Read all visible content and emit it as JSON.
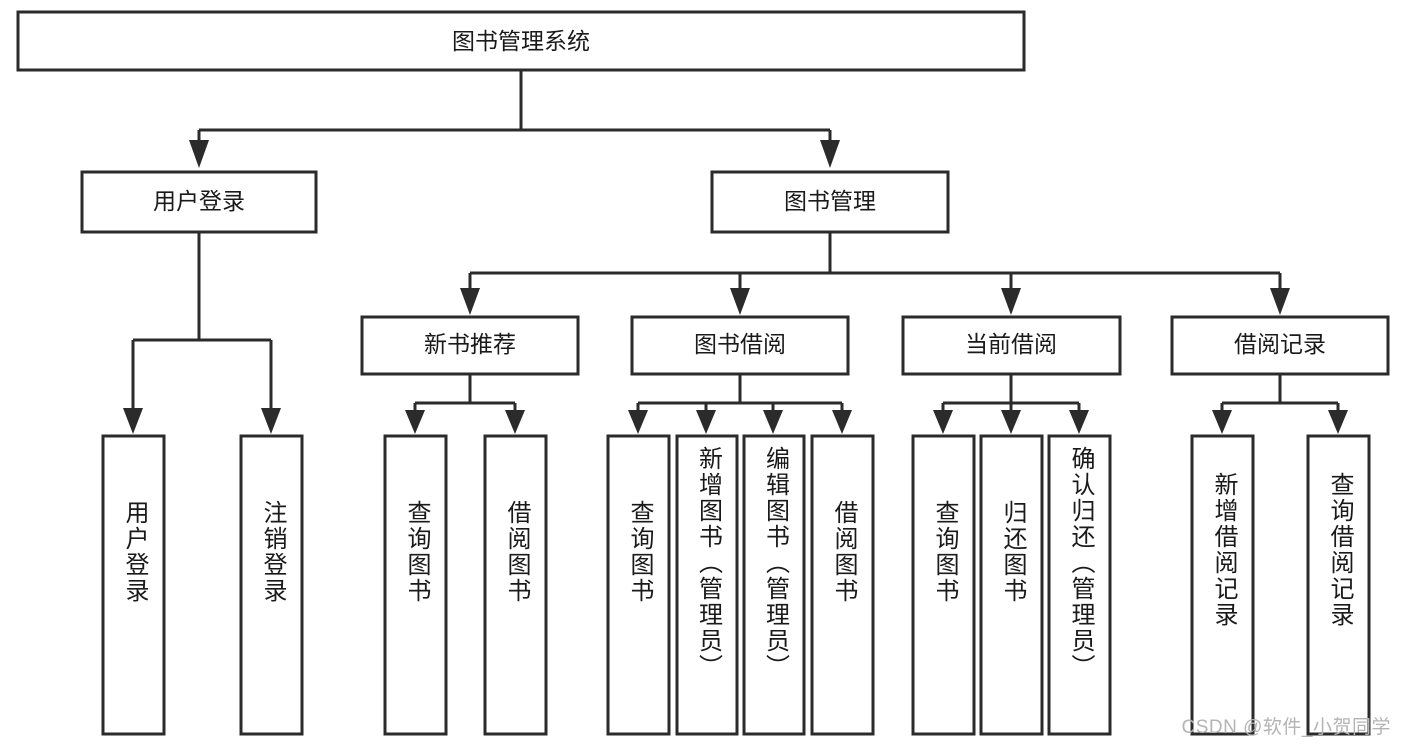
{
  "diagram": {
    "type": "tree-hierarchy",
    "title_node": {
      "label": "图书管理系统"
    },
    "level2": [
      {
        "id": "user-login",
        "label": "用户登录"
      },
      {
        "id": "book-manage",
        "label": "图书管理"
      }
    ],
    "level3": [
      {
        "id": "new-book-recommend",
        "label": "新书推荐"
      },
      {
        "id": "book-borrow",
        "label": "图书借阅"
      },
      {
        "id": "current-borrow",
        "label": "当前借阅"
      },
      {
        "id": "borrow-record",
        "label": "借阅记录"
      }
    ],
    "leaves": [
      {
        "id": "leaf-user-login",
        "label": "用户登录",
        "parent": "user-login"
      },
      {
        "id": "leaf-logout",
        "label": "注销登录",
        "parent": "user-login"
      },
      {
        "id": "leaf-query-book-1",
        "label": "查询图书",
        "parent": "new-book-recommend"
      },
      {
        "id": "leaf-borrow-book-1",
        "label": "借阅图书",
        "parent": "new-book-recommend"
      },
      {
        "id": "leaf-query-book-2",
        "label": "查询图书",
        "parent": "book-borrow"
      },
      {
        "id": "leaf-add-book",
        "label": "新增图书（管理员）",
        "parent": "book-borrow"
      },
      {
        "id": "leaf-edit-book",
        "label": "编辑图书（管理员）",
        "parent": "book-borrow"
      },
      {
        "id": "leaf-borrow-book-2",
        "label": "借阅图书",
        "parent": "book-borrow"
      },
      {
        "id": "leaf-query-book-3",
        "label": "查询图书",
        "parent": "current-borrow"
      },
      {
        "id": "leaf-return-book",
        "label": "归还图书",
        "parent": "current-borrow"
      },
      {
        "id": "leaf-confirm-return",
        "label": "确认归还（管理员）",
        "parent": "current-borrow"
      },
      {
        "id": "leaf-add-record",
        "label": "新增借阅记录",
        "parent": "borrow-record"
      },
      {
        "id": "leaf-query-record",
        "label": "查询借阅记录",
        "parent": "borrow-record"
      }
    ],
    "watermark": "CSDN @软件_小贺同学",
    "colors": {
      "stroke": "#2b2b2b",
      "fill": "#ffffff",
      "text": "#1a1a1a",
      "watermark": "#b4b4b4"
    }
  }
}
